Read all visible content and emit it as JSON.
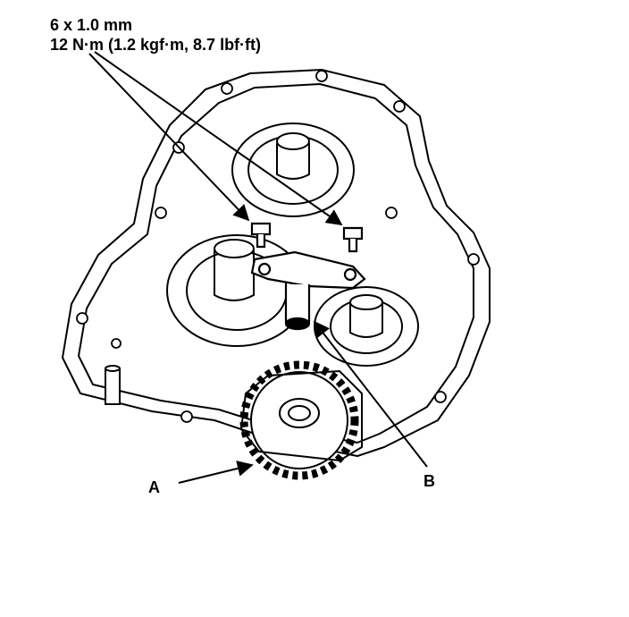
{
  "callout": {
    "spec_line_1": "6 x 1.0 mm",
    "spec_line_2": "12 N·m (1.2 kgf·m, 8.7 lbf·ft)",
    "label_a": "A",
    "label_b": "B"
  },
  "colors": {
    "ink": "#000000",
    "paper": "#ffffff"
  }
}
